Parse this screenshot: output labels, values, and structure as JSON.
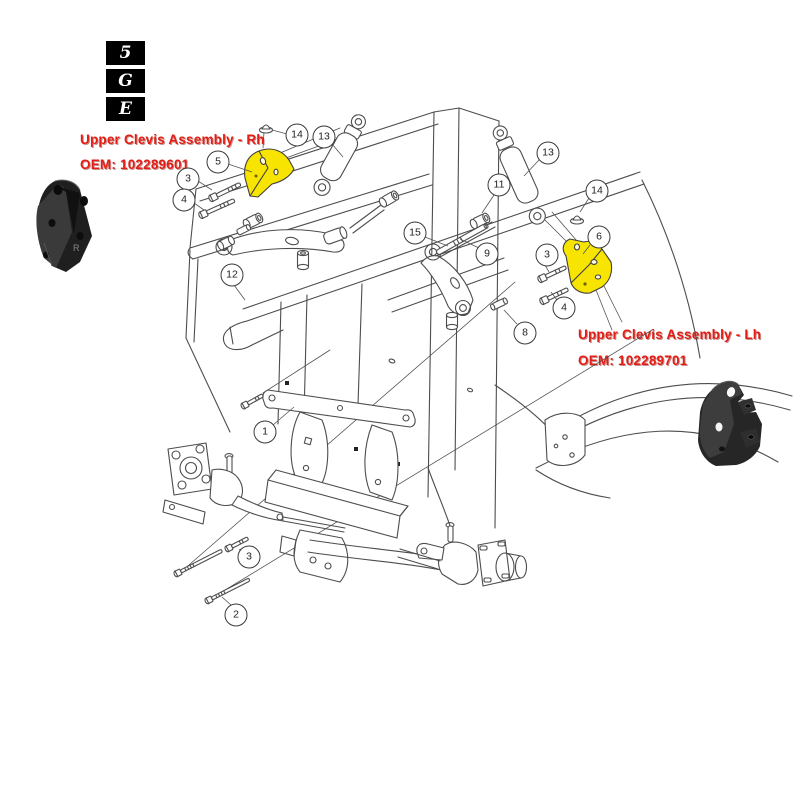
{
  "grid_badges": {
    "items": [
      {
        "label": "5"
      },
      {
        "label": "G"
      },
      {
        "label": "E"
      }
    ]
  },
  "labels": {
    "rh": {
      "title": "Upper Clevis Assembly - Rh",
      "oem": "OEM: 102289601"
    },
    "lh": {
      "title": "Upper Clevis Assembly - Lh",
      "oem": "OEM: 102289701"
    }
  },
  "photo_parts": {
    "left_stamp": "R"
  },
  "colors": {
    "highlight_yellow": "#f7e400",
    "label_red": "#e41e14",
    "line_gray": "#4d4d4d",
    "photo_dark": "#262626"
  },
  "callouts": [
    {
      "id": "nut-kingpin-left",
      "label": "14"
    },
    {
      "id": "shock-absorber-left",
      "label": "13"
    },
    {
      "id": "upper-clevis-rh",
      "label": "5"
    },
    {
      "id": "bolt-clevis-left-upper",
      "label": "3"
    },
    {
      "id": "bolt-clevis-left-lower",
      "label": "4"
    },
    {
      "id": "frame-rail",
      "label": "12"
    },
    {
      "id": "frame-panel",
      "label": "15"
    },
    {
      "id": "bushing-right",
      "label": "11"
    },
    {
      "id": "shock-absorber-right",
      "label": "13"
    },
    {
      "id": "nut-kingpin-right",
      "label": "14"
    },
    {
      "id": "shaft-right",
      "label": "9"
    },
    {
      "id": "bolt-clevis-right-upper",
      "label": "3"
    },
    {
      "id": "upper-clevis-lh",
      "label": "6"
    },
    {
      "id": "bolt-clevis-right-lower",
      "label": "4"
    },
    {
      "id": "spacer-right",
      "label": "8"
    },
    {
      "id": "leaf-spring-plate",
      "label": "1"
    },
    {
      "id": "bolt-bottom-short",
      "label": "3"
    },
    {
      "id": "bolt-bottom-long",
      "label": "2"
    }
  ]
}
